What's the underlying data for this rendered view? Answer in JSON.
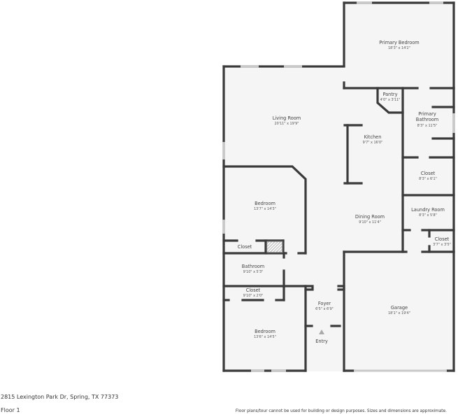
{
  "plan": {
    "address": "2815 Lexington Park Dr, Spring, TX 77373",
    "floor_label": "Floor 1",
    "disclaimer": "Floor plans/tour cannot be used for building or design purposes. Sizes and dimensions are approximate.",
    "entry_label": "Entry",
    "entry_icon": "triangle-up-icon"
  },
  "rooms": {
    "primary_bedroom": {
      "name": "Primary Bedroom",
      "dims": "18'3\" x 14'2\""
    },
    "living_room": {
      "name": "Living Room",
      "dims": "20'11\" x 19'9\""
    },
    "pantry": {
      "name": "Pantry",
      "dims": "4'0\" x 3'11\""
    },
    "primary_bathroom": {
      "name_line1": "Primary",
      "name_line2": "Bathroom",
      "dims": "8'3\" x 11'5\""
    },
    "kitchen": {
      "name": "Kitchen",
      "dims": "9'7\" x 16'0\""
    },
    "closet_1": {
      "name": "Closet",
      "dims": "8'3\" x 6'1\""
    },
    "bedroom_1": {
      "name": "Bedroom",
      "dims": "13'7\" x 14'3\""
    },
    "laundry_room": {
      "name": "Laundry Room",
      "dims": "8'3\" x 5'8\""
    },
    "dining_room": {
      "name": "Dining Room",
      "dims": "9'10\" x 11'4\""
    },
    "closet_2": {
      "name": "Closet",
      "dims": "3'7\" x 3'5\""
    },
    "closet_bed1": {
      "name": "Closet"
    },
    "bathroom": {
      "name": "Bathroom",
      "dims": "9'10\" x 5'3\""
    },
    "closet_3": {
      "name": "Closet",
      "dims": "9'10\" x 2'0\""
    },
    "foyer": {
      "name": "Foyer",
      "dims": "6'5\" x 6'9\""
    },
    "garage": {
      "name": "Garage",
      "dims": "18'1\" x 19'4\""
    },
    "bedroom_2": {
      "name": "Bedroom",
      "dims": "13'6\" x 14'5\""
    }
  },
  "colors": {
    "wall": "#3a3a3a",
    "floor": "#f5f5f5",
    "window": "#c9c9c9",
    "text": "#444444"
  }
}
